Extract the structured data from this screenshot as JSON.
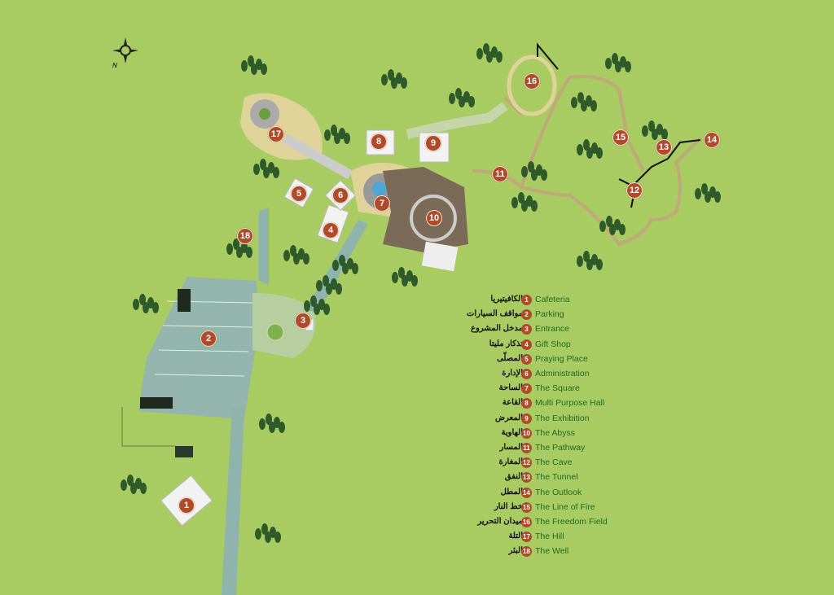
{
  "colors": {
    "background": "#a8cb62",
    "marker": "#b04a28",
    "legend_text": "#1f6b1f",
    "road": "#8fb3ad",
    "plaza": "#e0d39a",
    "building": "#f2f2f2",
    "abyss": "#7a6a57"
  },
  "compass": {
    "label": "N"
  },
  "places": [
    {
      "n": "1",
      "en": "Cafeteria",
      "ar": "الكافيتيريا"
    },
    {
      "n": "2",
      "en": "Parking",
      "ar": "مواقف السيارات"
    },
    {
      "n": "3",
      "en": "Entrance",
      "ar": "مدخل المشروع"
    },
    {
      "n": "4",
      "en": "Gift Shop",
      "ar": "تذكار مليتا"
    },
    {
      "n": "5",
      "en": "Praying Place",
      "ar": "المصلّى"
    },
    {
      "n": "6",
      "en": "Administration",
      "ar": "الإدارة"
    },
    {
      "n": "7",
      "en": "The Square",
      "ar": "الساحة"
    },
    {
      "n": "8",
      "en": "Multi Purpose Hall",
      "ar": "القاعة"
    },
    {
      "n": "9",
      "en": "The Exhibition",
      "ar": "المعرض"
    },
    {
      "n": "10",
      "en": "The Abyss",
      "ar": "الهاوية"
    },
    {
      "n": "11",
      "en": "The Pathway",
      "ar": "المسار"
    },
    {
      "n": "12",
      "en": "The Cave",
      "ar": "المغارة"
    },
    {
      "n": "13",
      "en": "The Tunnel",
      "ar": "النفق"
    },
    {
      "n": "14",
      "en": "The Outlook",
      "ar": "المطل"
    },
    {
      "n": "15",
      "en": "The Line of Fire",
      "ar": "خط النار"
    },
    {
      "n": "16",
      "en": "The Freedom Field",
      "ar": "ميدان التحرير"
    },
    {
      "n": "17",
      "en": "The Hill",
      "ar": "التلة"
    },
    {
      "n": "18",
      "en": "The Well",
      "ar": "البئر"
    }
  ]
}
